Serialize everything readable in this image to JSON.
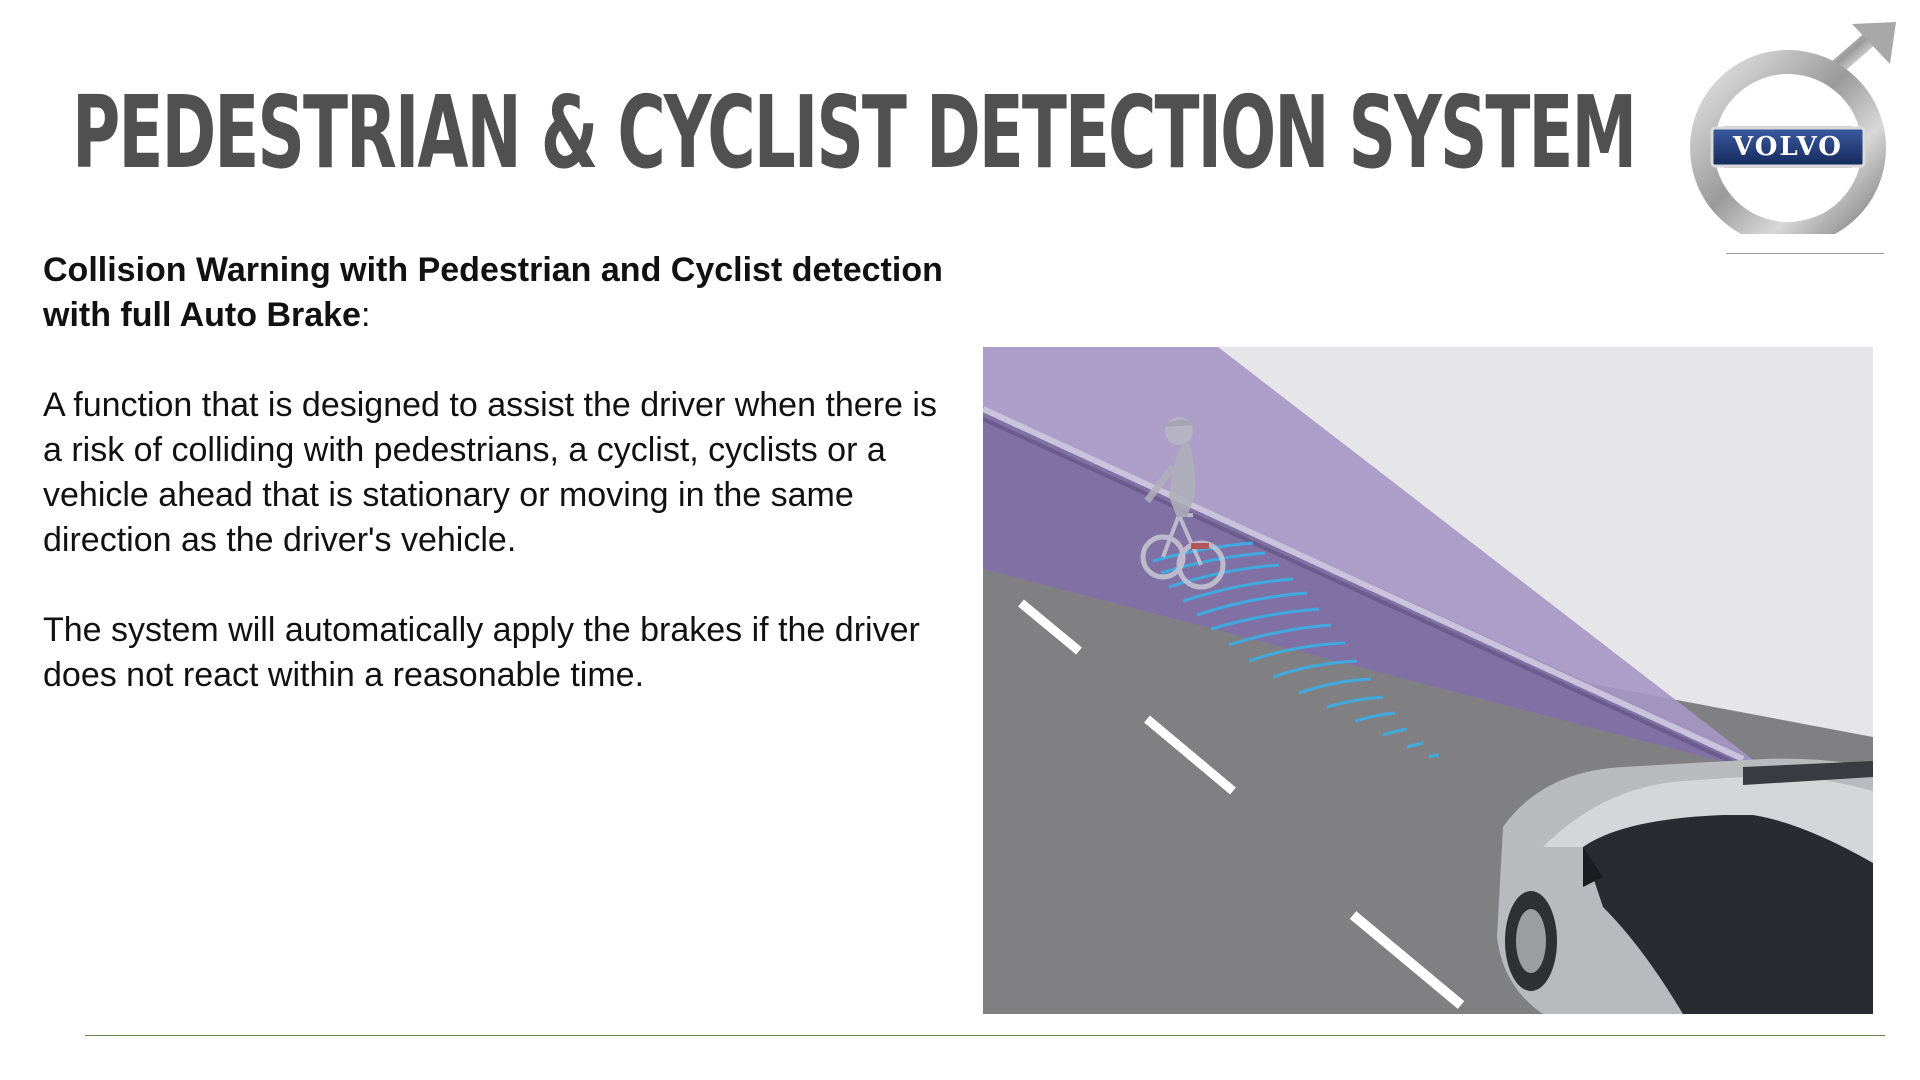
{
  "slide": {
    "title": "Pedestrian & Cyclist Detection System",
    "logo_text": "VOLVO",
    "heading_bold": "Collision Warning with Pedestrian and Cyclist detection with full Auto Brake",
    "heading_suffix": ":",
    "paragraph_1": "A function that is designed to assist the driver when there is a risk of colliding with pedestrians, a cyclist, cyclists or a vehicle ahead that is stationary or moving in the same direction as the driver's vehicle.",
    "paragraph_2": "The system will automatically apply the brakes if the driver does not react within a reasonable time."
  },
  "colors": {
    "title": "#505050",
    "footer_rule": "#6e8049",
    "detection_zone": "#a798c4",
    "road": "#808083",
    "radar_waves": "#3fa9e0",
    "logo_badge": "#1f3c7a"
  }
}
